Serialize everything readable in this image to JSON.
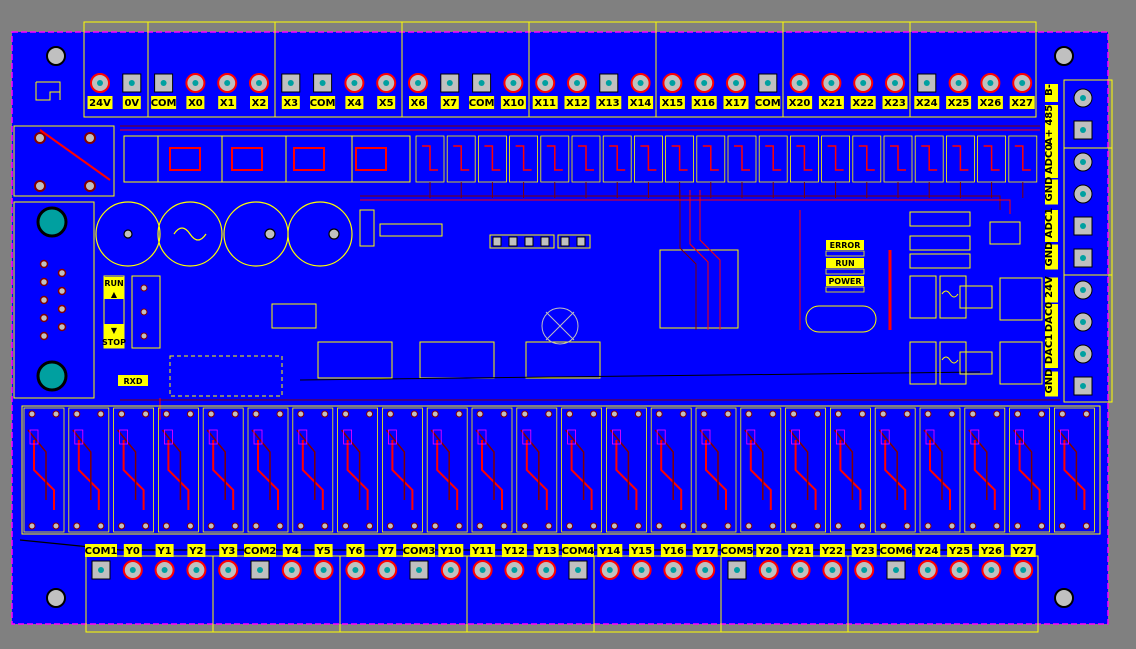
{
  "colors": {
    "background": "#808080",
    "board": "#0000ff",
    "outline": "#ff00ff",
    "silkscreen": "#ffff00",
    "label_bg": "#ffff00",
    "trace_top": "#ff0000",
    "trace_bottom": "#800000",
    "pad": "#c0c0c0"
  },
  "top_terminals": [
    "24V",
    "0V",
    "COM",
    "X0",
    "X1",
    "X2",
    "X3",
    "COM",
    "X4",
    "X5",
    "X6",
    "X7",
    "COM",
    "X10",
    "X11",
    "X12",
    "X13",
    "X14",
    "X15",
    "X16",
    "X17",
    "COM",
    "X20",
    "X21",
    "X22",
    "X23",
    "X24",
    "X25",
    "X26",
    "X27"
  ],
  "bottom_terminals": [
    "COM1",
    "Y0",
    "Y1",
    "Y2",
    "Y3",
    "COM2",
    "Y4",
    "Y5",
    "Y6",
    "Y7",
    "COM3",
    "Y10",
    "Y11",
    "Y12",
    "Y13",
    "COM4",
    "Y14",
    "Y15",
    "Y16",
    "Y17",
    "COM5",
    "Y20",
    "Y21",
    "Y22",
    "Y23",
    "COM6",
    "Y24",
    "Y25",
    "Y26",
    "Y27"
  ],
  "right_terminals": [
    "B-",
    "A+ 485",
    "ADC0",
    "GND",
    "ADC1",
    "GND",
    "24V",
    "DAC0",
    "DAC1",
    "GND"
  ],
  "status_leds": [
    "ERROR",
    "RUN",
    "POWER"
  ],
  "switch_labels": {
    "run": "RUN",
    "stop": "STOP"
  },
  "serial_label": "RXD"
}
